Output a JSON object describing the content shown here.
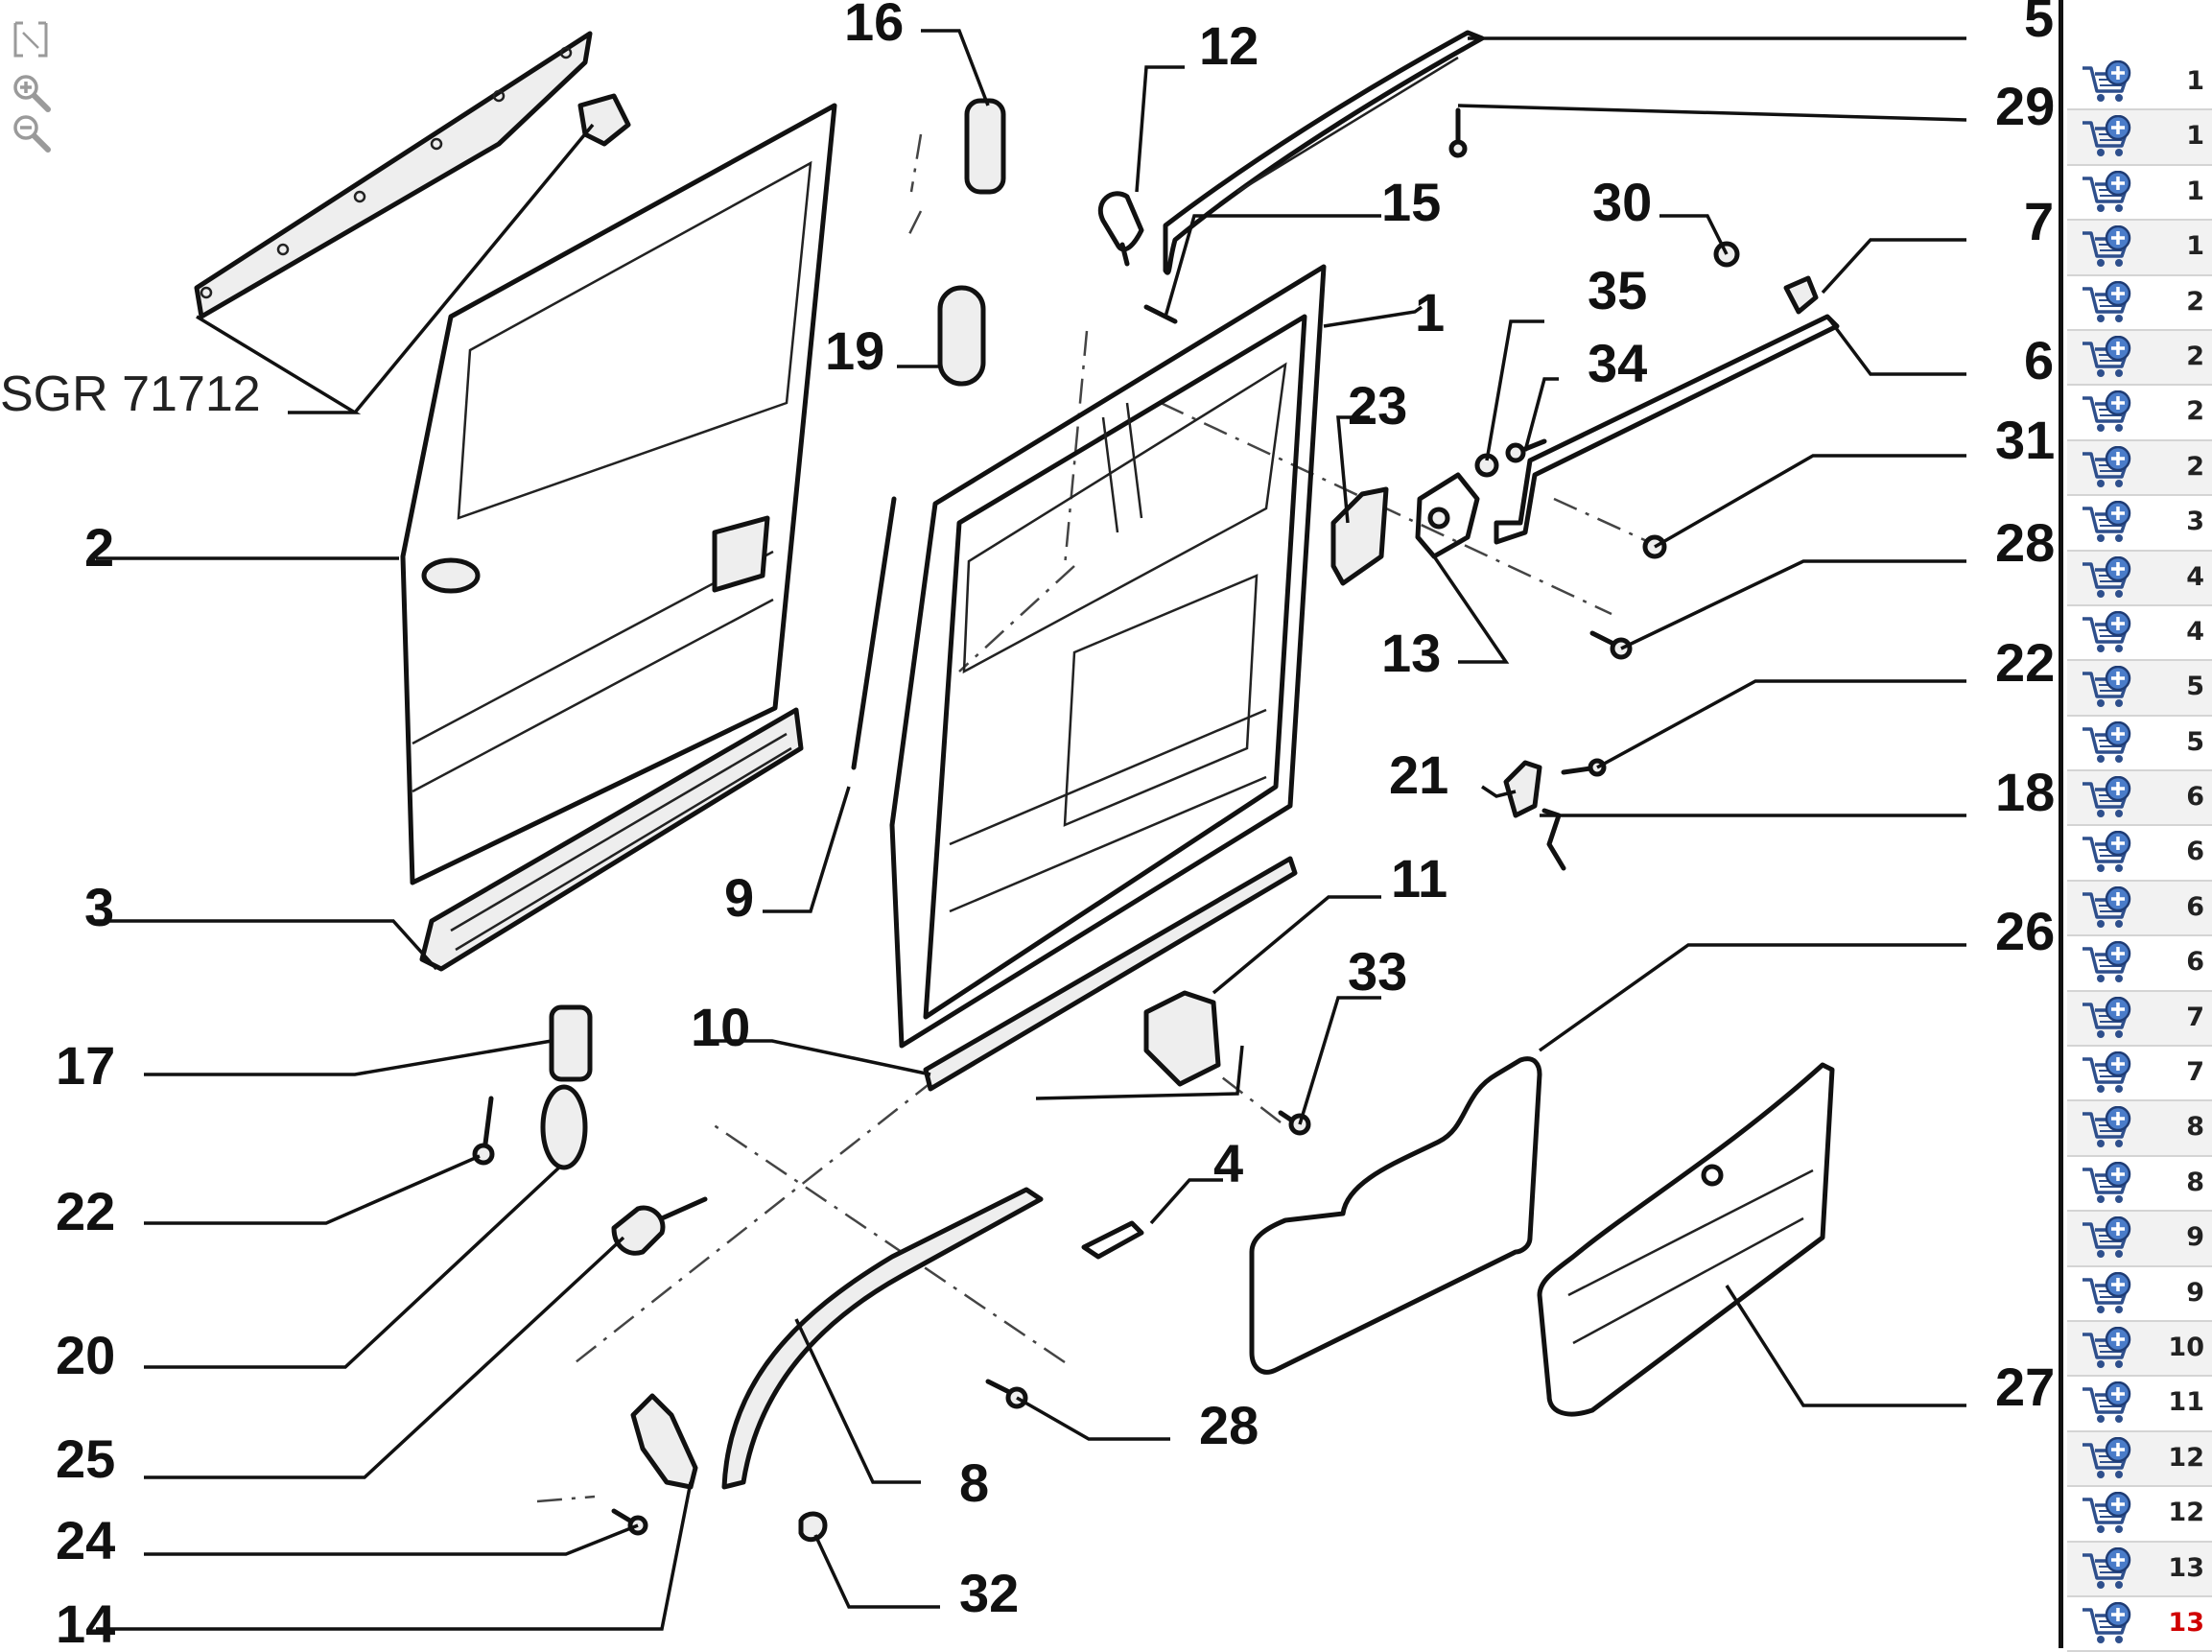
{
  "toolbar": {
    "icons": [
      "fit-window-icon",
      "zoom-in-icon",
      "zoom-out-icon"
    ]
  },
  "diagram": {
    "group_code": "SGR 71712",
    "callouts": {
      "c1": "1",
      "c2": "2",
      "c3": "3",
      "c4": "4",
      "c5": "5",
      "c6": "6",
      "c7": "7",
      "c8": "8",
      "c9": "9",
      "c10": "10",
      "c11": "11",
      "c12": "12",
      "c13": "13",
      "c14": "14",
      "c15": "15",
      "c16": "16",
      "c17": "17",
      "c18": "18",
      "c19": "19",
      "c20": "20",
      "c21": "21",
      "c22a": "22",
      "c22b": "22",
      "c23": "23",
      "c24": "24",
      "c25": "25",
      "c26": "26",
      "c27": "27",
      "c28a": "28",
      "c28b": "28",
      "c29": "29",
      "c30": "30",
      "c31": "31",
      "c32": "32",
      "c33": "33",
      "c34": "34",
      "c35": "35"
    }
  },
  "parts_list": {
    "add_icon": "cart-plus-icon",
    "highlight_color": "#d00000",
    "rows": [
      {
        "qty": "1"
      },
      {
        "qty": "1"
      },
      {
        "qty": "1"
      },
      {
        "qty": "1"
      },
      {
        "qty": "2"
      },
      {
        "qty": "2"
      },
      {
        "qty": "2"
      },
      {
        "qty": "2"
      },
      {
        "qty": "3"
      },
      {
        "qty": "4"
      },
      {
        "qty": "4"
      },
      {
        "qty": "5"
      },
      {
        "qty": "5"
      },
      {
        "qty": "6"
      },
      {
        "qty": "6"
      },
      {
        "qty": "6"
      },
      {
        "qty": "6"
      },
      {
        "qty": "7"
      },
      {
        "qty": "7"
      },
      {
        "qty": "8"
      },
      {
        "qty": "8"
      },
      {
        "qty": "9"
      },
      {
        "qty": "9"
      },
      {
        "qty": "10"
      },
      {
        "qty": "11"
      },
      {
        "qty": "12"
      },
      {
        "qty": "12"
      },
      {
        "qty": "13"
      },
      {
        "qty": "13",
        "highlighted": true
      }
    ]
  }
}
